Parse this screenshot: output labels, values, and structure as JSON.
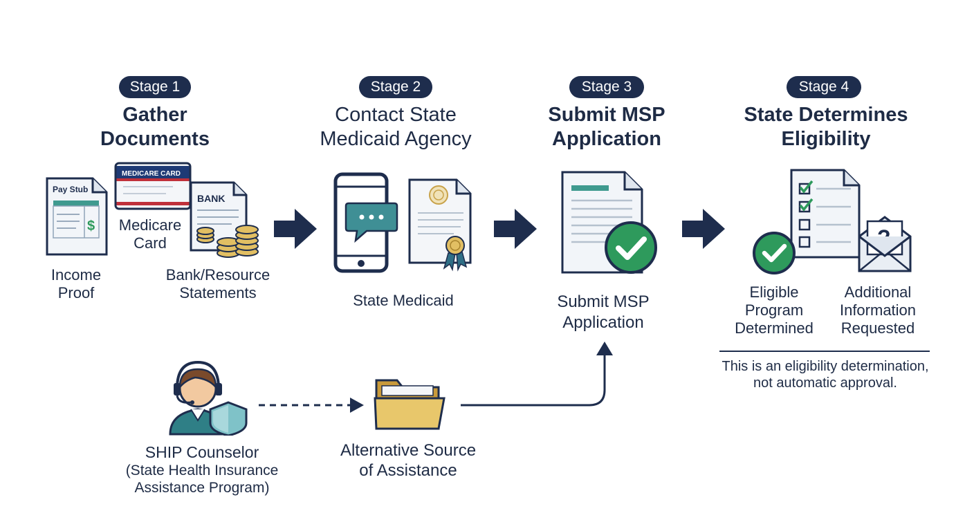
{
  "stages": [
    {
      "badge": "Stage 1",
      "title": "Gather\nDocuments"
    },
    {
      "badge": "Stage 2",
      "title": "Contact State\nMedicaid Agency"
    },
    {
      "badge": "Stage 3",
      "title": "Submit MSP\nApplication"
    },
    {
      "badge": "Stage 4",
      "title": "State Determines\nEligibility"
    }
  ],
  "stage1": {
    "pay_stub_heading": "Pay Stub",
    "medicare_card_heading": "MEDICARE CARD",
    "bank_heading": "BANK",
    "income_label": "Income\nProof",
    "medicare_label": "Medicare\nCard",
    "bank_label": "Bank/Resource\nStatements"
  },
  "stage2": {
    "label": "State Medicaid"
  },
  "stage3": {
    "label": "Submit MSP\nApplication"
  },
  "stage4": {
    "eligible_label": "Eligible\nProgram\nDetermined",
    "additional_label": "Additional\nInformation\nRequested",
    "note": "This is an eligibility determination,\nnot automatic approval."
  },
  "ship": {
    "label": "SHIP Counselor",
    "sublabel": "(State Health Insurance\nAssistance Program)"
  },
  "alternative": {
    "label": "Alternative Source\nof Assistance"
  },
  "colors": {
    "navy": "#1e2d4d",
    "green": "#2e9a5c",
    "teal": "#2f7f86",
    "gold": "#d8b45a",
    "red": "#c0303a"
  },
  "icons": [
    "pay-stub-icon",
    "medicare-card-icon",
    "bank-statement-icon",
    "coins-icon",
    "smartphone-chat-icon",
    "certificate-icon",
    "application-document-icon",
    "checkmark-icon",
    "checklist-icon",
    "envelope-question-icon",
    "counselor-headset-icon",
    "shield-icon",
    "folder-icon"
  ]
}
